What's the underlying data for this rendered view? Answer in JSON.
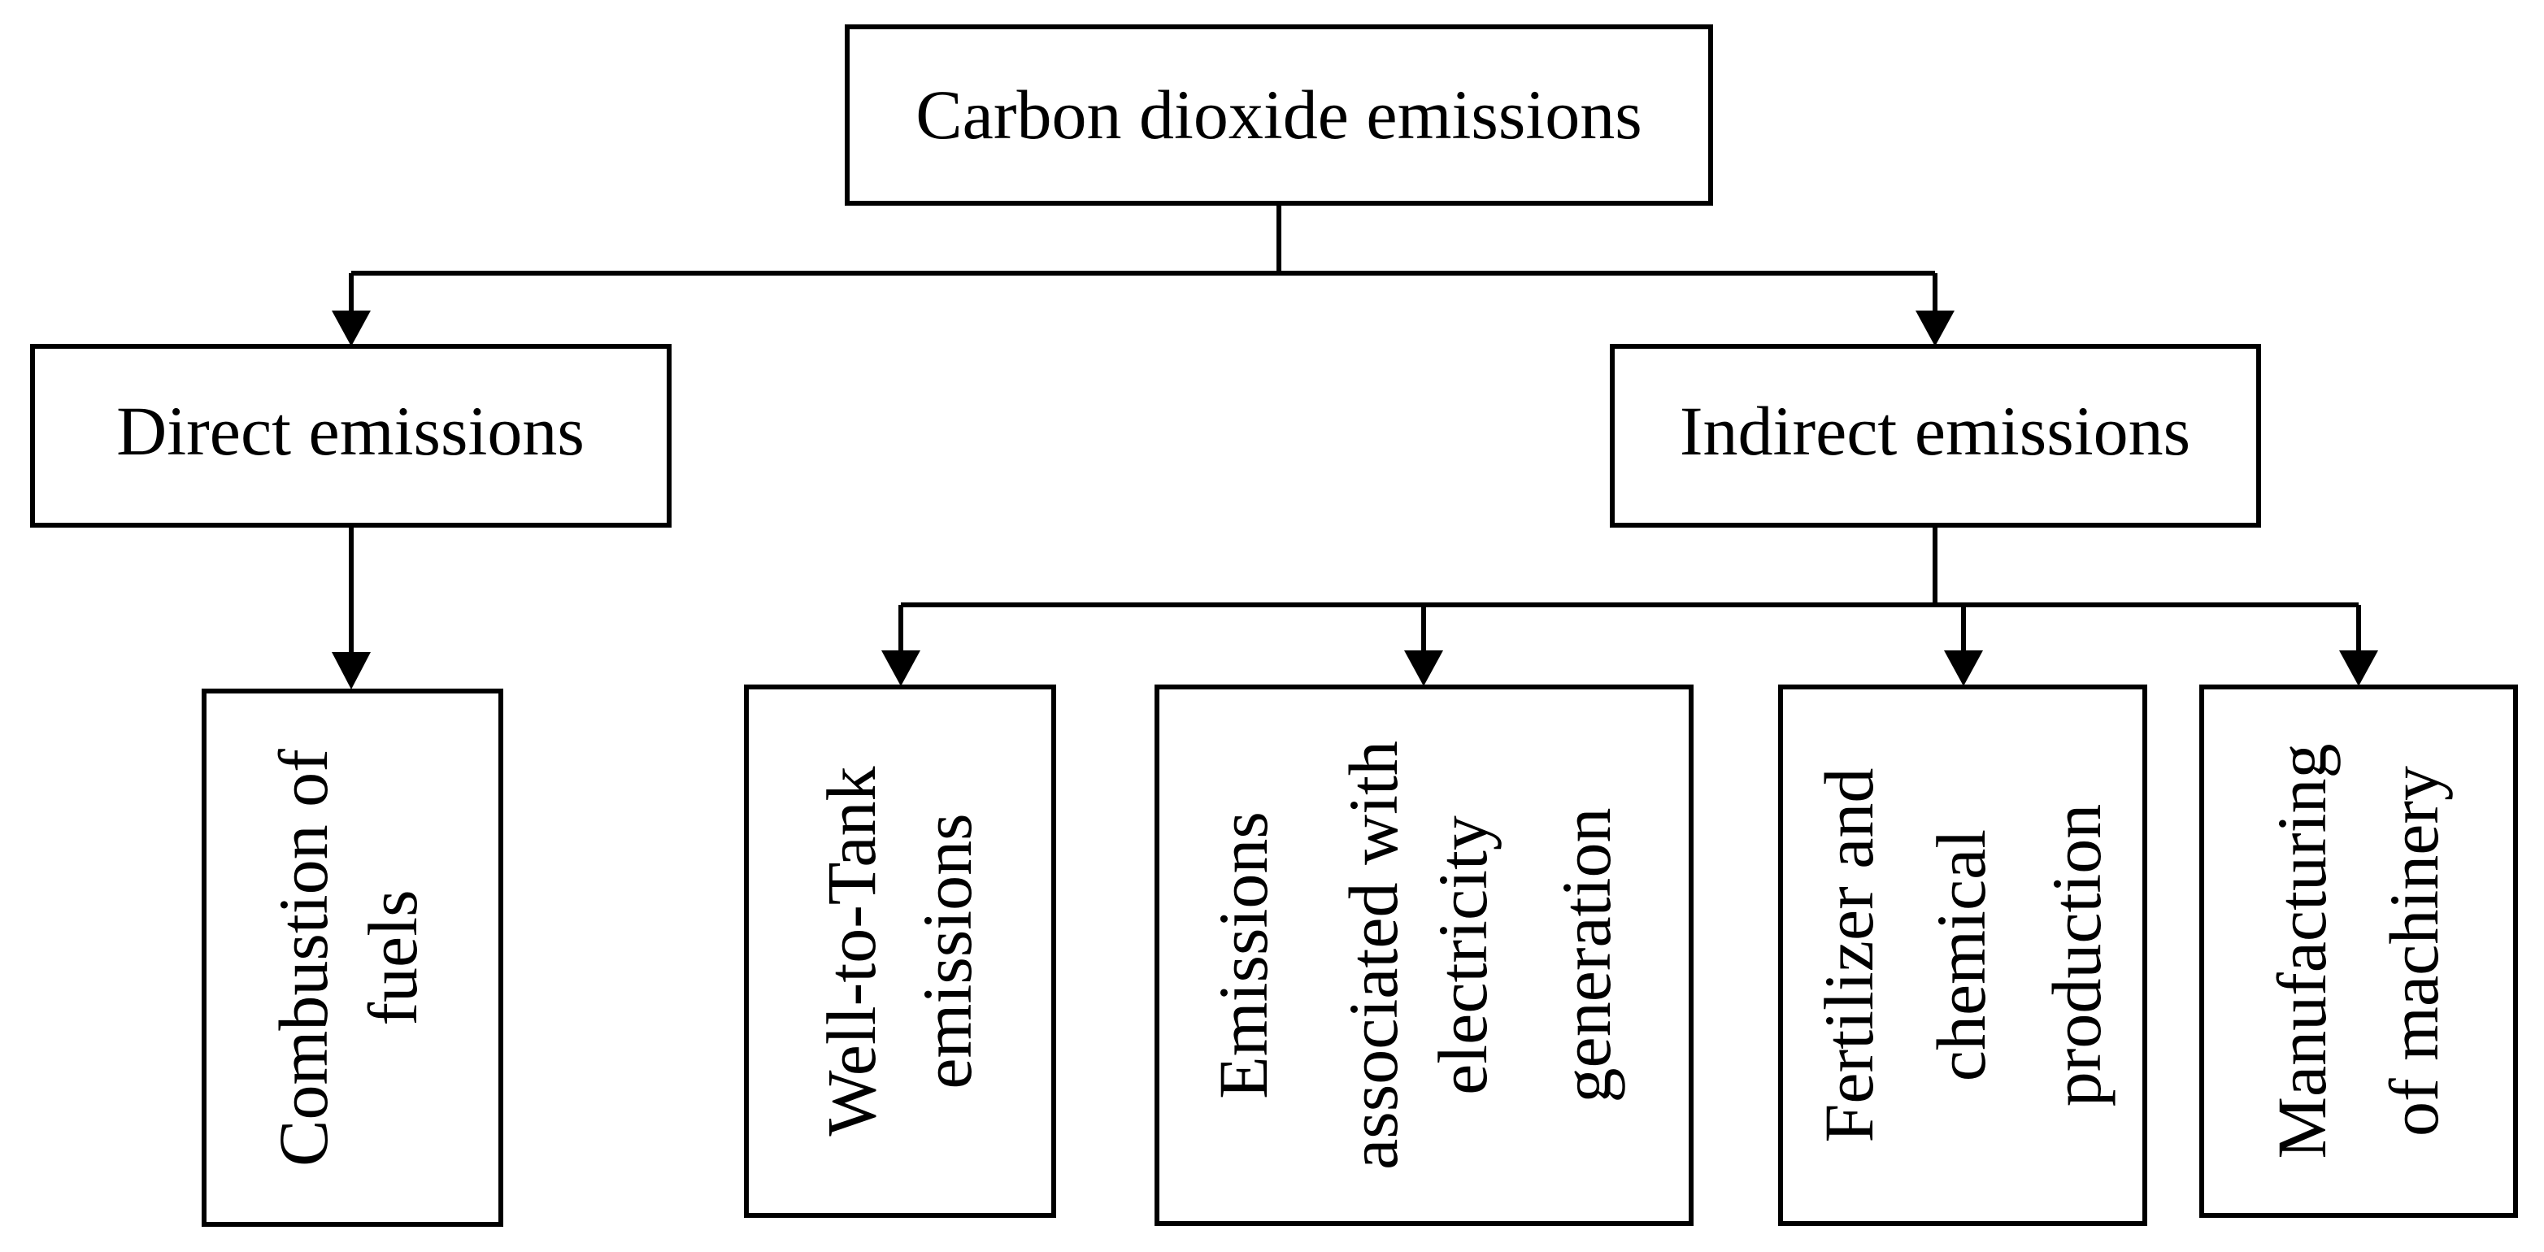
{
  "diagram": {
    "root": {
      "label": "Carbon dioxide emissions"
    },
    "direct": {
      "label": "Direct emissions",
      "children": [
        {
          "lines": [
            "Combustion of",
            "fuels"
          ]
        }
      ]
    },
    "indirect": {
      "label": "Indirect emissions",
      "children": [
        {
          "lines": [
            "Well-to-Tank",
            "emissions"
          ]
        },
        {
          "lines": [
            "Emissions",
            "associated with",
            "electricity",
            "generation"
          ]
        },
        {
          "lines": [
            "Fertilizer and",
            "chemical",
            "production"
          ]
        },
        {
          "lines": [
            "Manufacturing",
            "of machinery"
          ]
        }
      ]
    },
    "colors": {
      "stroke": "#000000",
      "fill": "#ffffff",
      "text": "#000000"
    }
  }
}
